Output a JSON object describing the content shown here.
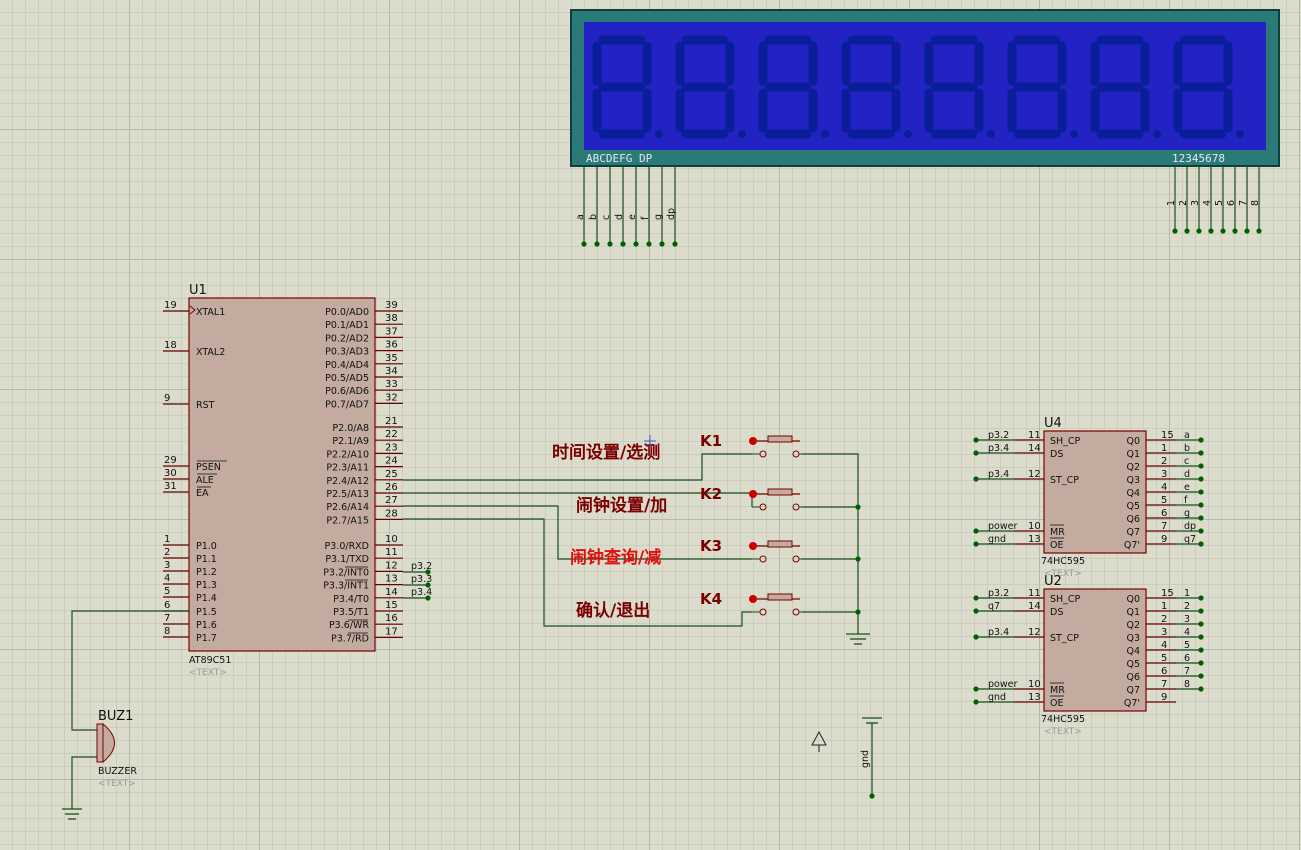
{
  "lcd": {
    "left_label": "ABCDEFG  DP",
    "right_label": "12345678",
    "seg_pins": [
      "a",
      "b",
      "c",
      "d",
      "e",
      "f",
      "g",
      "dp"
    ],
    "dig_pins": [
      "1",
      "2",
      "3",
      "4",
      "5",
      "6",
      "7",
      "8"
    ],
    "digits": 8
  },
  "u1": {
    "ref": "U1",
    "part": "AT89C51",
    "text": "<TEXT>",
    "left": [
      [
        "19",
        "XTAL1"
      ],
      [
        "18",
        "XTAL2"
      ],
      [
        "9",
        "RST"
      ],
      [
        "29",
        "PSEN"
      ],
      [
        "30",
        "ALE"
      ],
      [
        "31",
        "EA"
      ],
      [
        "1",
        "P1.0"
      ],
      [
        "2",
        "P1.1"
      ],
      [
        "3",
        "P1.2"
      ],
      [
        "4",
        "P1.3"
      ],
      [
        "5",
        "P1.4"
      ],
      [
        "6",
        "P1.5"
      ],
      [
        "7",
        "P1.6"
      ],
      [
        "8",
        "P1.7"
      ]
    ],
    "right": [
      [
        "39",
        "P0.0/AD0"
      ],
      [
        "38",
        "P0.1/AD1"
      ],
      [
        "37",
        "P0.2/AD2"
      ],
      [
        "36",
        "P0.3/AD3"
      ],
      [
        "35",
        "P0.4/AD4"
      ],
      [
        "34",
        "P0.5/AD5"
      ],
      [
        "33",
        "P0.6/AD6"
      ],
      [
        "32",
        "P0.7/AD7"
      ],
      [
        "21",
        "P2.0/A8"
      ],
      [
        "22",
        "P2.1/A9"
      ],
      [
        "23",
        "P2.2/A10"
      ],
      [
        "24",
        "P2.3/A11"
      ],
      [
        "25",
        "P2.4/A12"
      ],
      [
        "26",
        "P2.5/A13"
      ],
      [
        "27",
        "P2.6/A14"
      ],
      [
        "28",
        "P2.7/A15"
      ],
      [
        "10",
        "P3.0/RXD"
      ],
      [
        "11",
        "P3.1/TXD"
      ],
      [
        "12",
        "P3.2/INT0"
      ],
      [
        "13",
        "P3.3/INT1"
      ],
      [
        "14",
        "P3.4/T0"
      ],
      [
        "15",
        "P3.5/T1"
      ],
      [
        "16",
        "P3.6/WR"
      ],
      [
        "17",
        "P3.7/RD"
      ]
    ],
    "net_labels": [
      "p3.2",
      "p3.3",
      "p3.4"
    ]
  },
  "buttons": [
    {
      "ref": "K1",
      "label": "时间设置/选测",
      "red": false
    },
    {
      "ref": "K2",
      "label": "闹钟设置/加",
      "red": false
    },
    {
      "ref": "K3",
      "label": "闹钟查询/减",
      "red": true
    },
    {
      "ref": "K4",
      "label": "确认/退出",
      "red": false
    }
  ],
  "u4": {
    "ref": "U4",
    "part": "74HC595",
    "text": "<TEXT>",
    "left_pins": [
      "SH_CP",
      "DS",
      "ST_CP",
      "MR",
      "OE"
    ],
    "left_nums": [
      "11",
      "14",
      "12",
      "10",
      "13"
    ],
    "left_nets": [
      "p3.2",
      "p3.4",
      "p3.4",
      "power",
      "gnd"
    ],
    "right_pins": [
      "Q0",
      "Q1",
      "Q2",
      "Q3",
      "Q4",
      "Q5",
      "Q6",
      "Q7",
      "Q7'"
    ],
    "right_nums": [
      "15",
      "1",
      "2",
      "3",
      "4",
      "5",
      "6",
      "7",
      "9"
    ],
    "right_nets": [
      "a",
      "b",
      "c",
      "d",
      "e",
      "f",
      "g",
      "dp",
      "q7"
    ]
  },
  "u2": {
    "ref": "U2",
    "part": "74HC595",
    "text": "<TEXT>",
    "left_pins": [
      "SH_CP",
      "DS",
      "ST_CP",
      "MR",
      "OE"
    ],
    "left_nums": [
      "11",
      "14",
      "12",
      "10",
      "13"
    ],
    "left_nets": [
      "p3.2",
      "q7",
      "p3.4",
      "power",
      "gnd"
    ],
    "right_pins": [
      "Q0",
      "Q1",
      "Q2",
      "Q3",
      "Q4",
      "Q5",
      "Q6",
      "Q7",
      "Q7'"
    ],
    "right_nums": [
      "15",
      "1",
      "2",
      "3",
      "4",
      "5",
      "6",
      "7",
      "9"
    ],
    "right_nets": [
      "1",
      "2",
      "3",
      "4",
      "5",
      "6",
      "7",
      "8",
      ""
    ]
  },
  "buzzer": {
    "ref": "BUZ1",
    "part": "BUZZER",
    "text": "<TEXT>"
  },
  "gnd_terminal": {
    "label": "gnd"
  }
}
